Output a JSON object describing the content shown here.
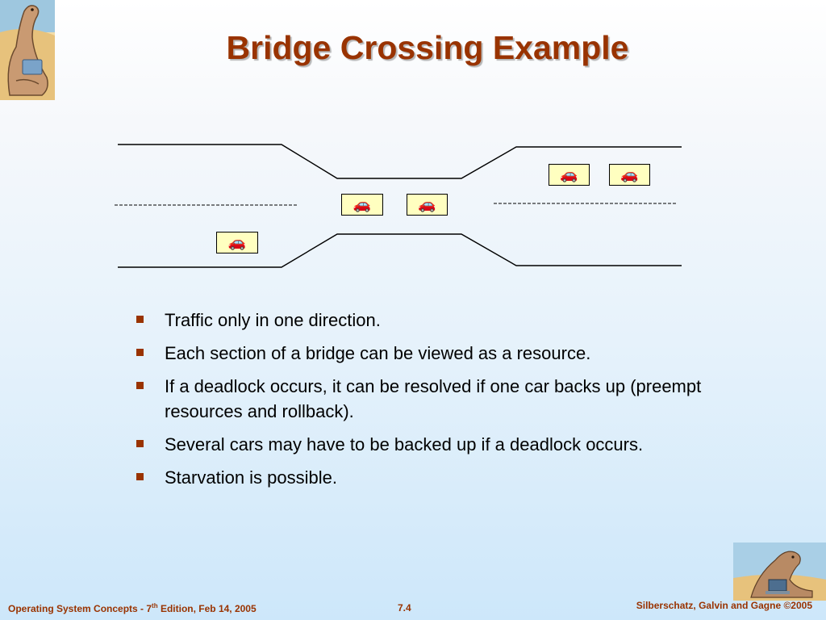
{
  "slide": {
    "title": "Bridge Crossing Example"
  },
  "diagram": {
    "cars": [
      {
        "symbol": "🚗"
      },
      {
        "symbol": "🚗"
      },
      {
        "symbol": "🚗"
      },
      {
        "symbol": "🚗"
      },
      {
        "symbol": "🚗"
      }
    ]
  },
  "bullets": [
    "Traffic only in one direction.",
    "Each section of a bridge can be viewed as a resource.",
    "If a deadlock occurs, it can be resolved if one car backs up (preempt resources and rollback).",
    "Several cars may have to be backed up if a deadlock occurs.",
    "Starvation is possible."
  ],
  "footer": {
    "left_prefix": "Operating System Concepts - 7",
    "left_sup": "th",
    "left_suffix": " Edition, Feb 14, 2005",
    "page": "7.4",
    "right": "Silberschatz, Galvin and Gagne ©2005"
  },
  "colors": {
    "title": "#993300",
    "bullet": "#993300",
    "footer": "#993300",
    "car_fill": "#ffffc0"
  },
  "icons": {
    "top_logo": "dinosaur-reading-icon",
    "bottom_logo": "dinosaur-laptop-icon",
    "car": "car-icon"
  }
}
